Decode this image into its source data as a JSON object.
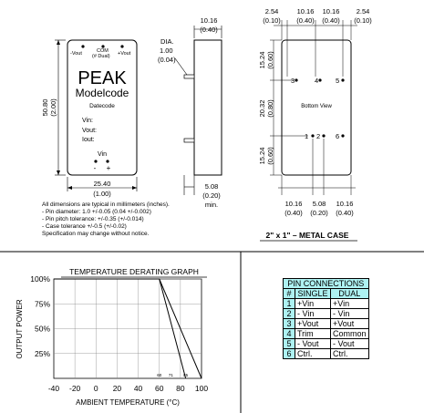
{
  "module": {
    "pin_labels": [
      "-Vout",
      "COM",
      "(# Dual)",
      "+Vout"
    ],
    "brand": "PEAK",
    "model": "Modelcode",
    "date": "Datecode",
    "vin_label": "Vin:",
    "vout_label": "Vout:",
    "iout_label": "Iout:",
    "vin_pins_title": "Vin",
    "vin_minus": "-",
    "vin_plus": "+"
  },
  "dims": {
    "height_in": "50.80",
    "height_mm": "(2.00)",
    "width_in": "25.40",
    "width_mm": "(1.00)",
    "dia_label": "DIA.",
    "dia_value": "1.00",
    "dia_mm": "(0.04)",
    "top_side": "10.16",
    "top_side_mm": "(0.40)",
    "pin_len": "5.08",
    "pin_len_mm": "(0.20)",
    "pin_len_suffix": "min.",
    "bv_top": [
      "2.54",
      "10.16",
      "10.16",
      "2.54"
    ],
    "bv_top_mm": [
      "(0.10)",
      "(0.40)",
      "(0.40)",
      "(0.10)"
    ],
    "bv_left": [
      "15.24",
      "20.32",
      "15.24"
    ],
    "bv_left_mm": [
      "(0.60)",
      "(0.80)",
      "(0.60)"
    ],
    "bv_bottom": [
      "10.16",
      "5.08",
      "10.16"
    ],
    "bv_bottom_mm": [
      "(0.40)",
      "(0.20)",
      "(0.40)"
    ],
    "bottom_view": "Bottom View",
    "pin_numbers": [
      "3",
      "4",
      "5",
      "1",
      "2",
      "6"
    ]
  },
  "notes": [
    "All dimensions are typical in millimeters (inches).",
    "- Pin diameter: 1.0 +/-0.05 (0.04 +/-0.002)",
    "- Pin pitch tolerance: +/-0.35 (+/-0.014)",
    "- Case tolerance +/-0.5 (+/-0.02)",
    "Specification may change without notice."
  ],
  "case_title": "2\" x 1\"  – METAL CASE",
  "chart_data": {
    "type": "line",
    "title": "TEMPERATURE DERATING GRAPH",
    "xlabel": "AMBIENT TEMPERATURE (°C)",
    "ylabel": "OUTPUT POWER",
    "xlim": [
      -40,
      100
    ],
    "ylim": [
      0,
      100
    ],
    "x_ticks": [
      "-40",
      "-20",
      "0",
      "20",
      "40",
      "60",
      "80",
      "100"
    ],
    "x_tick_values": [
      -40,
      -20,
      0,
      20,
      40,
      60,
      80,
      100
    ],
    "y_ticks": [
      "100%",
      "75%",
      "50%",
      "25%"
    ],
    "y_tick_values": [
      100,
      75,
      50,
      25
    ],
    "small_ticks": [
      "60",
      "71",
      "85"
    ],
    "small_tick_values": [
      60,
      71,
      85
    ],
    "grid": true,
    "series": [
      {
        "x": [
          -40,
          60,
          100
        ],
        "y": [
          100,
          100,
          0
        ]
      },
      {
        "x": [
          60,
          85
        ],
        "y": [
          100,
          0
        ]
      }
    ]
  },
  "pin_table": {
    "title": "PIN CONNECTIONS",
    "headers": [
      "#",
      "SINGLE",
      "DUAL"
    ],
    "rows": [
      [
        "1",
        "+Vin",
        "+Vin"
      ],
      [
        "2",
        "- Vin",
        "- Vin"
      ],
      [
        "3",
        "+Vout",
        "+Vout"
      ],
      [
        "4",
        "Trim",
        "Common"
      ],
      [
        "5",
        "- Vout",
        "- Vout"
      ],
      [
        "6",
        "Ctrl.",
        "Ctrl."
      ]
    ]
  }
}
